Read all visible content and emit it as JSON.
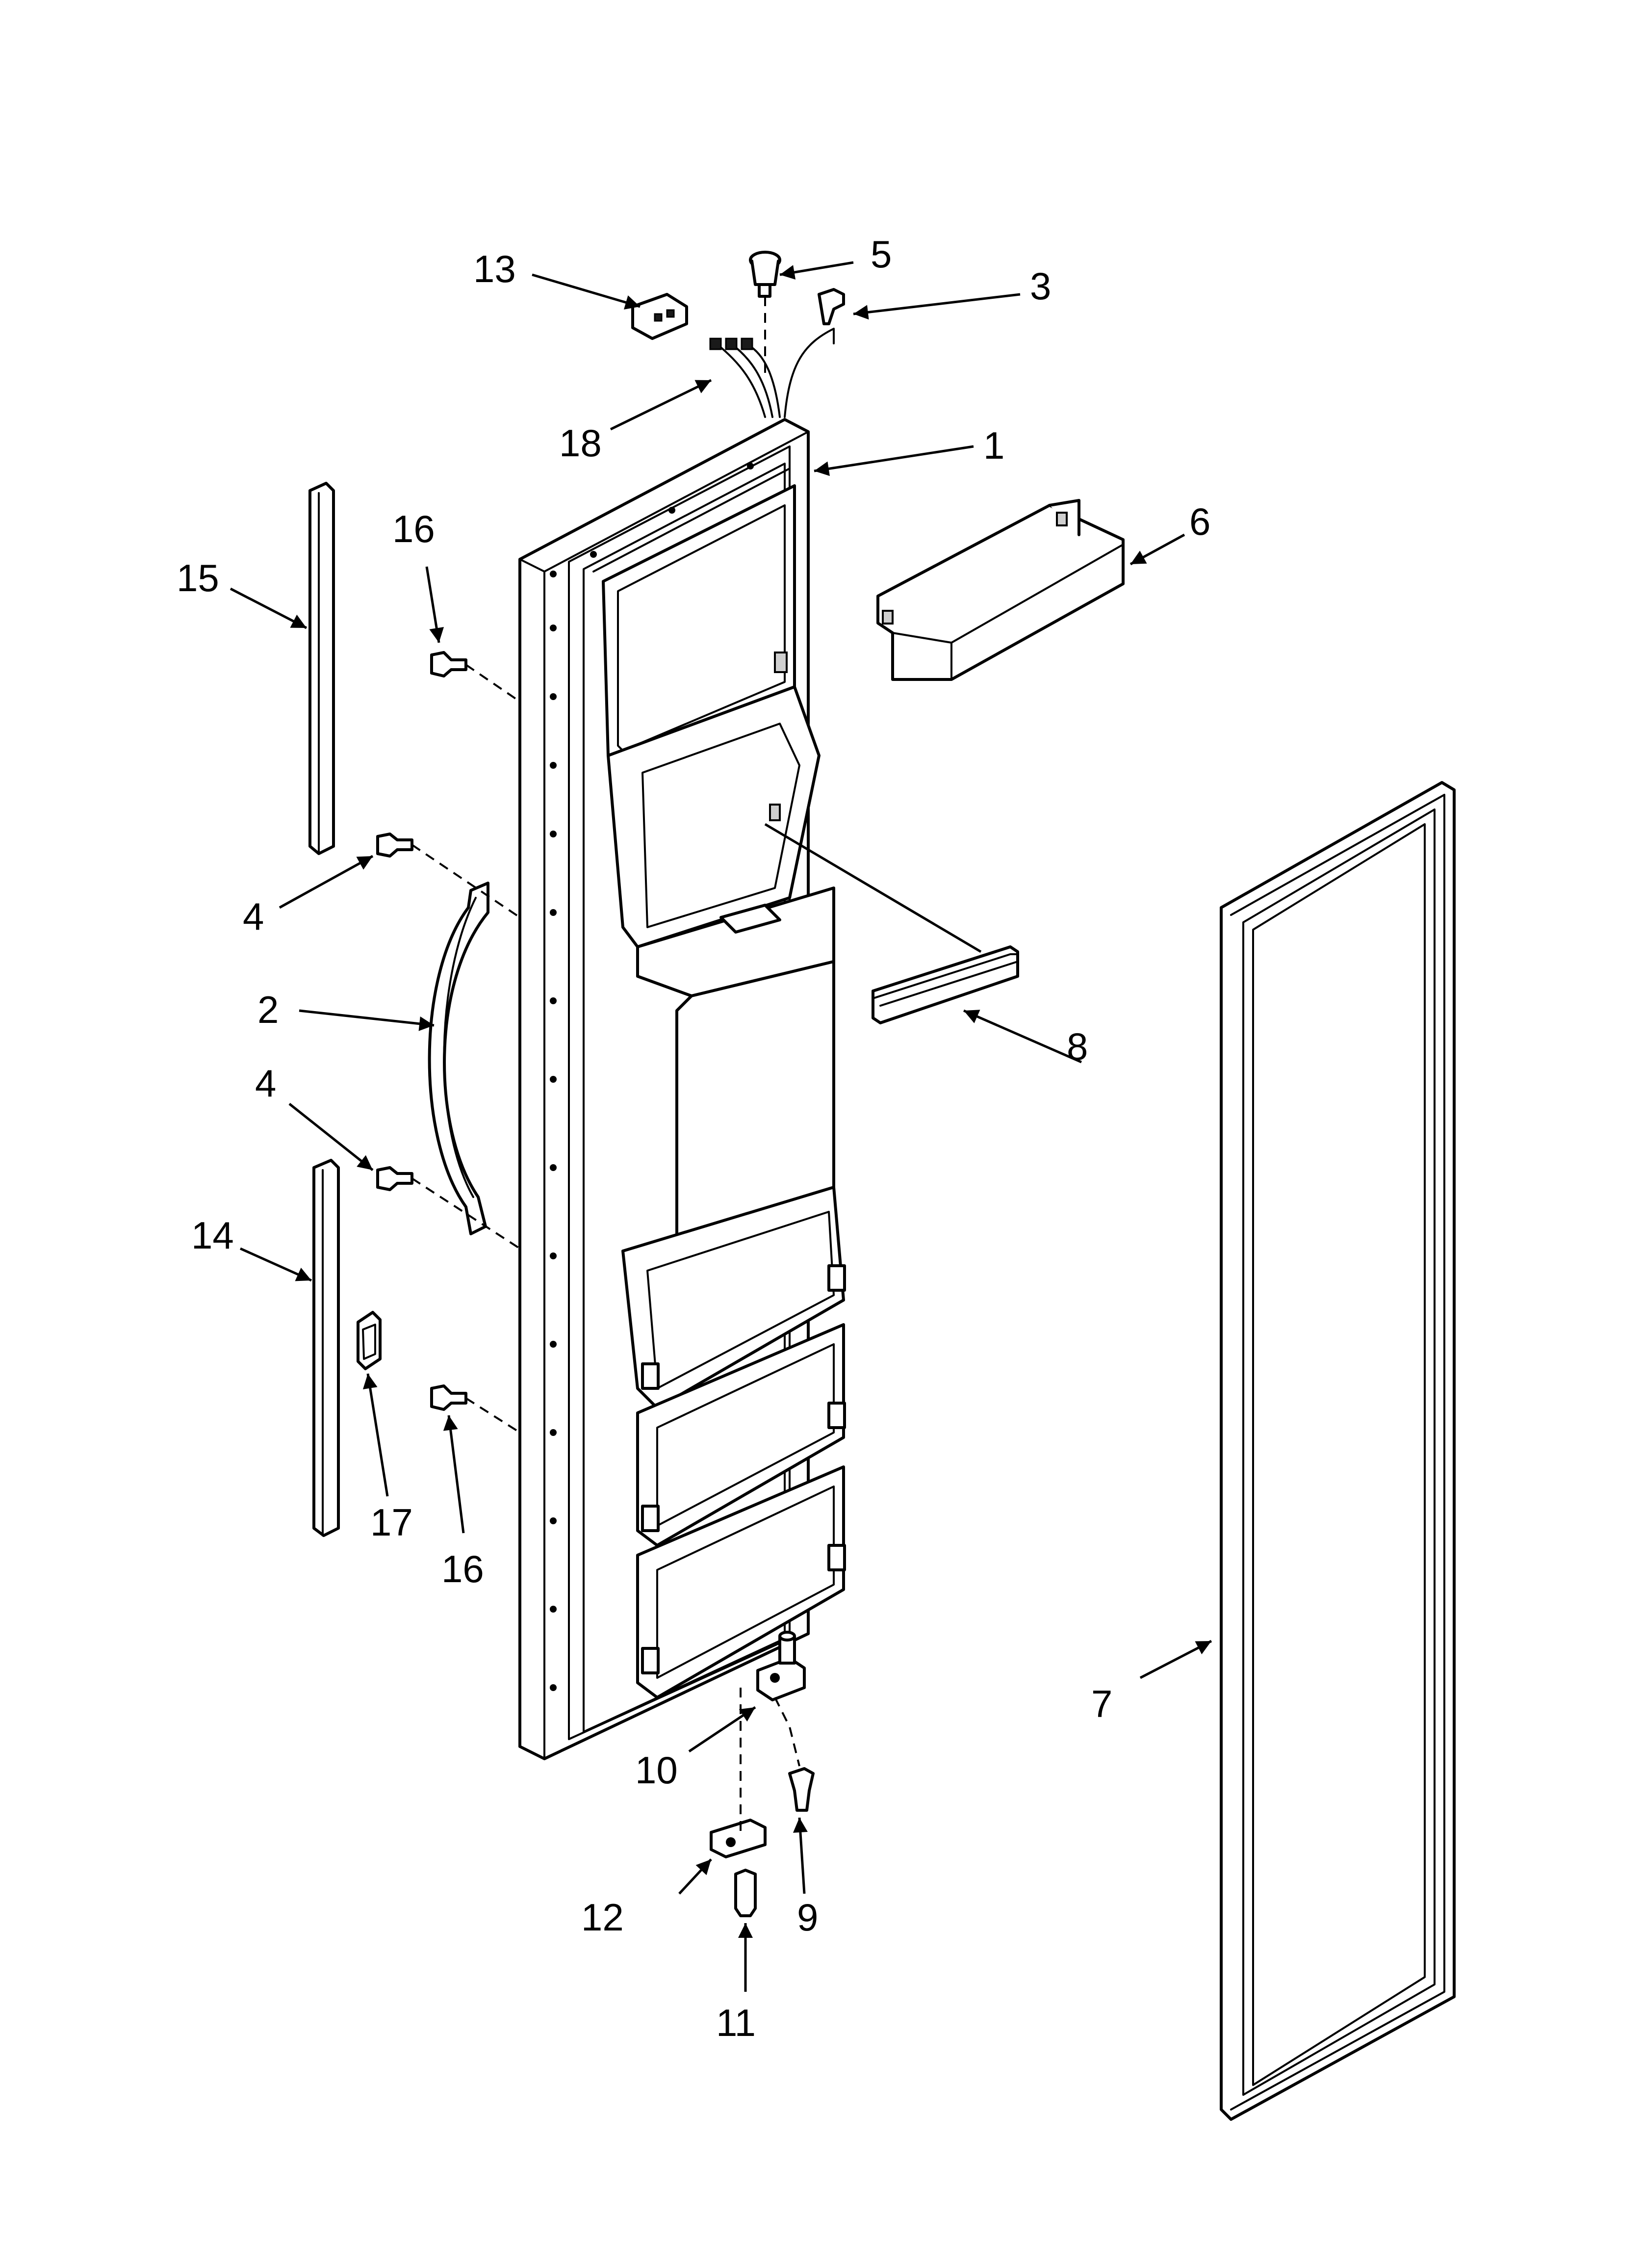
{
  "callouts": {
    "c1": "1",
    "c2": "2",
    "c3": "3",
    "c4a": "4",
    "c4b": "4",
    "c5": "5",
    "c6": "6",
    "c7": "7",
    "c8": "8",
    "c9": "9",
    "c10": "10",
    "c11": "11",
    "c12": "12",
    "c13": "13",
    "c14": "14",
    "c15": "15",
    "c16a": "16",
    "c16b": "16",
    "c17": "17",
    "c18": "18"
  }
}
